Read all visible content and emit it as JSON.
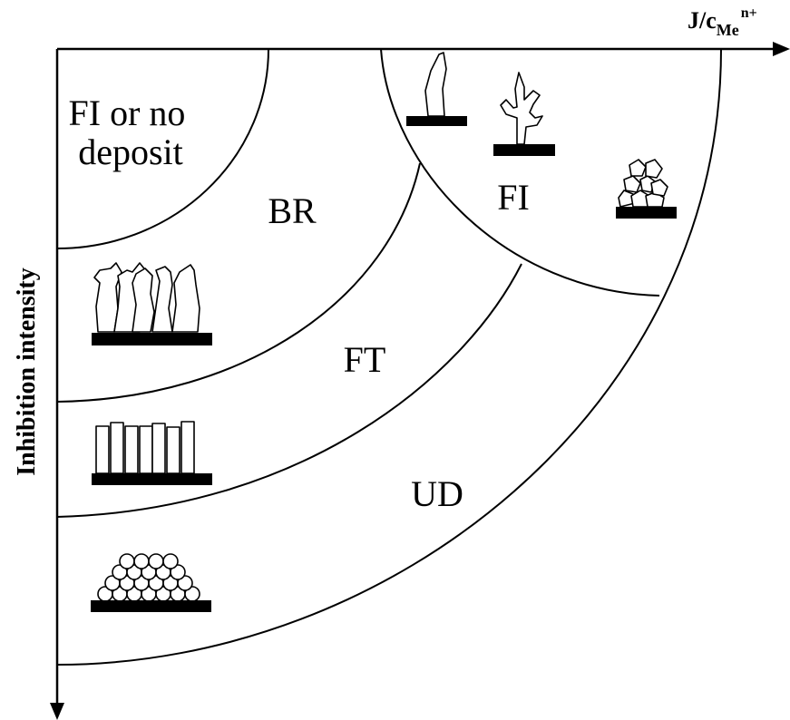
{
  "axes": {
    "x_label_main": "J/c",
    "x_label_sub": "Me",
    "x_label_sup": "n+",
    "y_label": "Inhibition intensity"
  },
  "regions": {
    "fi_or_none_line1": "FI or no",
    "fi_or_none_line2": "deposit",
    "br": "BR",
    "fi": "FI",
    "ft": "FT",
    "ud": "UD"
  },
  "colors": {
    "ink": "#000000",
    "background": "#ffffff"
  },
  "icons": {
    "whisker": "single-whisker-deposit-icon",
    "dendrite": "dendrite-deposit-icon",
    "nodular": "nodular-deposit-icon",
    "br": "base-reinforced-deposit-icon",
    "ft": "field-oriented-texture-deposit-icon",
    "ud": "unoriented-dispersion-deposit-icon"
  }
}
